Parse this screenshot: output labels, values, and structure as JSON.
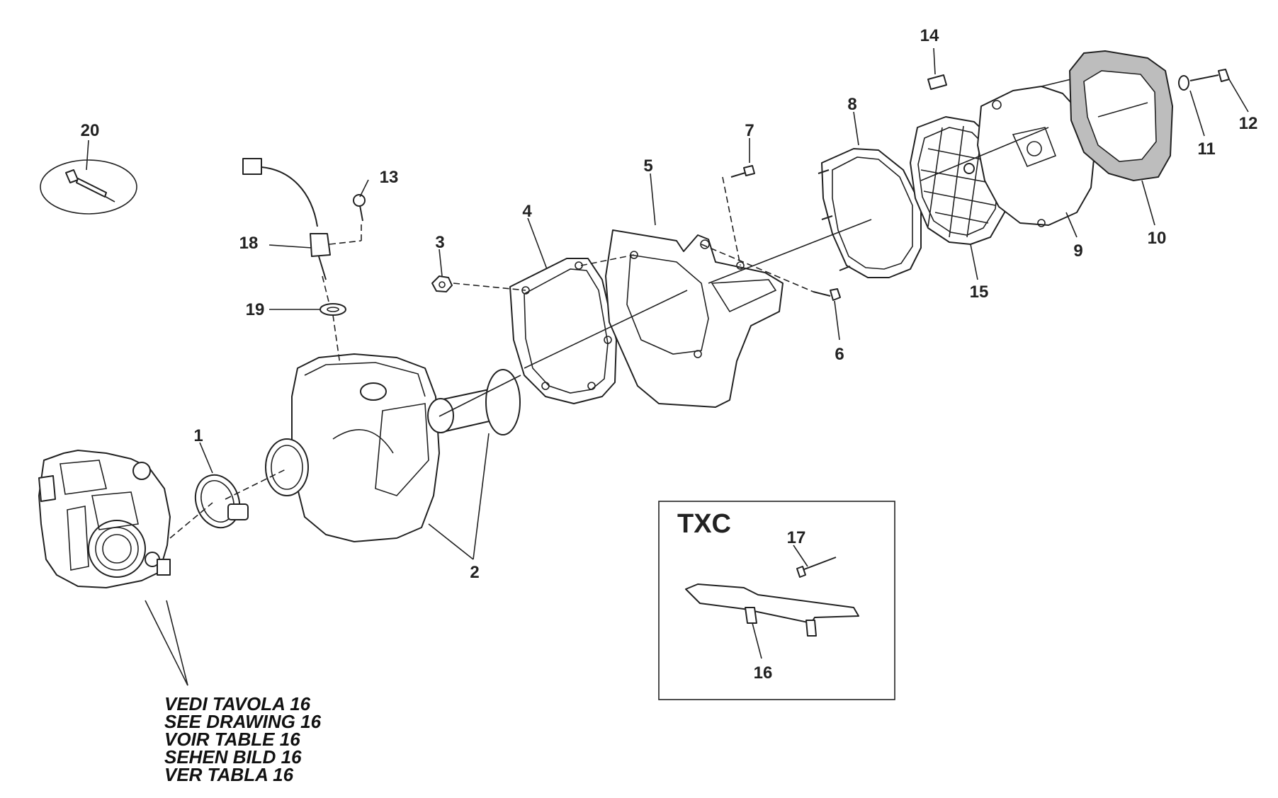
{
  "parts": [
    {
      "no": "1"
    },
    {
      "no": "2"
    },
    {
      "no": "3"
    },
    {
      "no": "4"
    },
    {
      "no": "5"
    },
    {
      "no": "6"
    },
    {
      "no": "7"
    },
    {
      "no": "8"
    },
    {
      "no": "9"
    },
    {
      "no": "10"
    },
    {
      "no": "11"
    },
    {
      "no": "12"
    },
    {
      "no": "13"
    },
    {
      "no": "14"
    },
    {
      "no": "15"
    },
    {
      "no": "16"
    },
    {
      "no": "17"
    },
    {
      "no": "18"
    },
    {
      "no": "19"
    },
    {
      "no": "20"
    }
  ],
  "inset": {
    "title": "TXC"
  },
  "reference": {
    "lines": [
      "VEDI TAVOLA 16",
      "SEE DRAWING 16",
      "VOIR TABLE 16",
      "SEHEN BILD 16",
      "VER TABLA 16"
    ]
  }
}
